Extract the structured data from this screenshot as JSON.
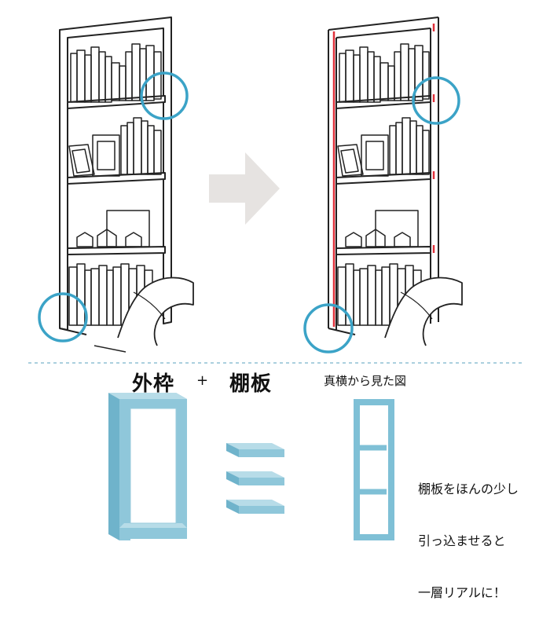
{
  "labels": {
    "frame": "外枠",
    "plus": "+",
    "shelf_board": "棚板",
    "side_view": "真横から見た図",
    "note_lines": [
      "棚板をほんの少し",
      "引っ込ませると",
      "一層リアルに！"
    ]
  },
  "colors": {
    "accent_blue": "#4FA8C8",
    "board_blue": "#8FC7DA",
    "board_edge": "#6FAFC6",
    "arrow_gray": "#E3E0DE",
    "inset_red": "#E0303A",
    "divider": "#8FC0D4",
    "ink": "#222222"
  },
  "icons": {
    "arrow": "right-arrow-icon",
    "highlight": "circle-highlight"
  }
}
